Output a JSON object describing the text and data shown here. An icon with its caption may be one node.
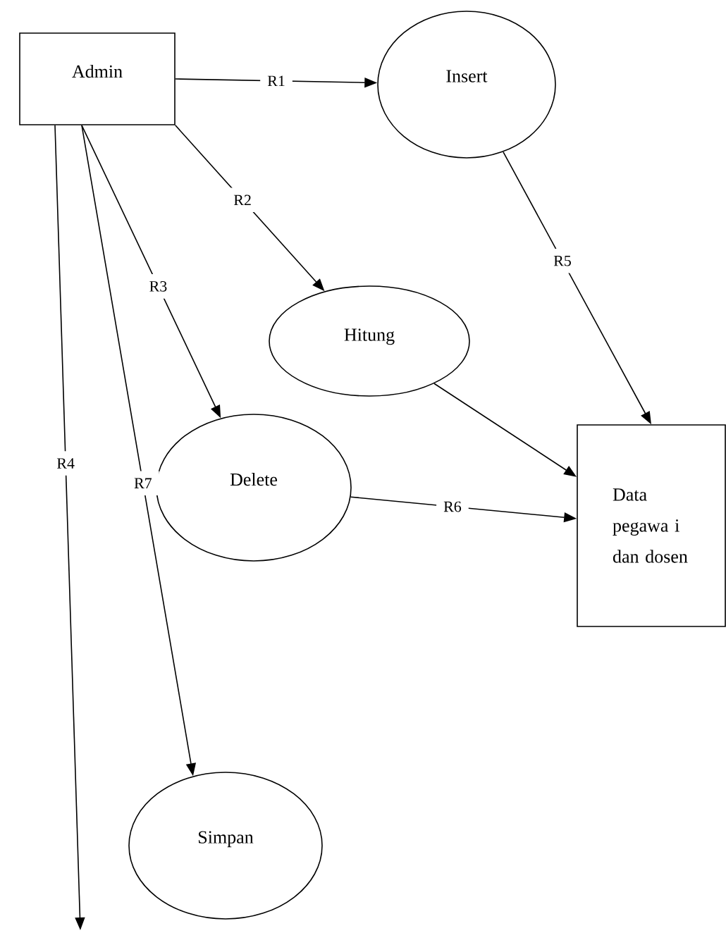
{
  "diagram": {
    "nodes": [
      {
        "text": [
          "Admin"
        ]
      },
      {
        "text": [
          "Insert"
        ]
      },
      {
        "text": [
          "Hitung"
        ]
      },
      {
        "text": [
          "Delete"
        ]
      },
      {
        "text": [
          "Data pegawa i dan dosen"
        ]
      },
      {
        "text": [
          "Simpan"
        ]
      }
    ],
    "edges": [
      {
        "from": 0,
        "to": 1,
        "arrow": "to",
        "label": "R1"
      },
      {
        "from": 0,
        "to": 2,
        "arrow": "to",
        "label": "R2"
      },
      {
        "from": 0,
        "to": 3,
        "arrow": "to",
        "label": "R3"
      },
      {
        "from": 0,
        "to": null,
        "arrow": "to",
        "label": "R4"
      },
      {
        "from": 1,
        "to": 4,
        "arrow": "to",
        "label": "R5"
      },
      {
        "from": 2,
        "to": 4,
        "arrow": "to"
      },
      {
        "from": 3,
        "to": 4,
        "arrow": "to",
        "label": "R6"
      },
      {
        "from": 0,
        "to": 5,
        "arrow": "to",
        "label": "R7"
      }
    ]
  }
}
